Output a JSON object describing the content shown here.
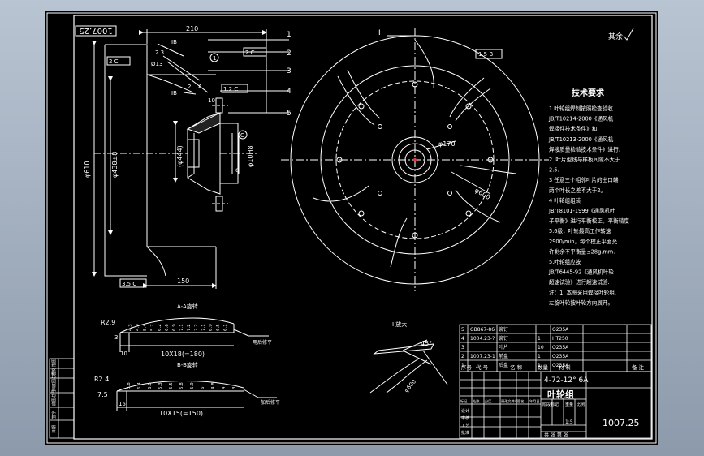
{
  "drawing": {
    "drawing_number": "1007.25",
    "drawing_number_rotated": "1007.25",
    "roughness_note": "其余",
    "title_name": "叶轮组",
    "model": "4-72-12° 6A"
  },
  "side_view": {
    "dims": {
      "width_top": "210",
      "dia_610": "φ610",
      "dia_438": "φ438±8",
      "dia_444": "(φ444)",
      "bore": "φ10H8",
      "width_bottom": "150",
      "d_label": "d"
    },
    "tolerances": [
      "2 C",
      "2 C",
      "3.5 C",
      "1.2 C"
    ],
    "callouts": [
      "1",
      "2",
      "3",
      "4",
      "5"
    ],
    "circle_tags": [
      "1",
      "C"
    ],
    "small_texts": [
      "IB",
      "2.3",
      "IB",
      "Ø13",
      "2",
      "10",
      "A"
    ]
  },
  "front_view": {
    "callout": "I",
    "tolerance": "1.5 B",
    "dims": {
      "d170": "φ170",
      "d600": "φ600"
    }
  },
  "section_aa": {
    "title": "A-A旋转",
    "r_label": "R2.9",
    "dim_3": "3",
    "dim_10": "10",
    "span": "10X18(=180)",
    "ordinates": [
      "4.3",
      "4.9",
      "5.4",
      "5.7",
      "6.2",
      "6.6",
      "6.9",
      "7.1",
      "7.2",
      "7.2",
      "7.1",
      "6.9",
      "6.5",
      "6.1"
    ],
    "note": "用后修平"
  },
  "section_bb": {
    "title": "B-B旋转",
    "r_label": "R2.4",
    "dim_7_5": "7.5",
    "dim_15": "15",
    "span": "10X15(=150)",
    "ordinates": [
      "3.8",
      "6.4",
      "6.0",
      "5.3",
      "5.5",
      "5.8",
      "5.9",
      "6",
      "4.8",
      "4",
      "3"
    ],
    "note": "加后修平"
  },
  "detail_i": {
    "title": "I 放大",
    "angle": "45°",
    "dim": "φ600"
  },
  "tech_req": {
    "heading": "技术要求",
    "lines": [
      "1.叶轮组焊制按照检查验收",
      "JB/T10214-2000《通风机",
      "焊接件技术条件》和",
      "JB/T10213-2000《通风机",
      "焊接质量检验技术条件》进行.",
      "2. 叶片型线与样板间隙不大于",
      "2.5.",
      "3  任意三个相邻叶片的出口端",
      "两个叶长之差不大于2。",
      "4    叶轮组组装",
      "JB/T8101-1999《通风机叶",
      "子平衡》进行平衡校正。平衡精度",
      "5.6级，叶轮最高工作转速",
      "2900/min，每个校正平面允",
      "许剩余不平衡量≤28g.mm.",
      "5.叶轮组应按",
      "JB/T6445-92《通风机叶轮",
      "超速试验》进行超速试验.",
      "注：1. 本图采用焊接叶轮组,",
      "   左旋叶轮按叶轮方向展开。"
    ]
  },
  "parts_list": {
    "rows": [
      {
        "seq": "5",
        "code": "GB867-86",
        "name": "铆钉",
        "qty": "",
        "mat": "Q235A",
        "note": ""
      },
      {
        "seq": "4",
        "code": "1004.23-?",
        "name": "铆钉",
        "qty": "1",
        "mat": "HT250",
        "note": ""
      },
      {
        "seq": "3",
        "code": "",
        "name": "叶片",
        "qty": "10",
        "mat": "Q235A",
        "note": ""
      },
      {
        "seq": "2",
        "code": "1007.23-1",
        "name": "前盘",
        "qty": "1",
        "mat": "Q235A",
        "note": ""
      },
      {
        "seq": "1",
        "code": "",
        "name": "后盘",
        "qty": "1",
        "mat": "Q235A",
        "note": ""
      }
    ],
    "headers": [
      "序号",
      "代 号",
      "名 称",
      "数量",
      "材 料",
      "备 注"
    ],
    "scale_label": "1:5"
  },
  "title_block": {
    "left_labels": [
      "标记",
      "处数",
      "分区",
      "更改文件号",
      "签名",
      "年月日"
    ],
    "role_labels": [
      "设计",
      "审核",
      "工艺",
      "批准"
    ],
    "box_labels": [
      "阶段标记",
      "重量",
      "比例"
    ],
    "sheet_text": "共 张  第 张"
  },
  "left_strip": {
    "labels": [
      "描图",
      "描校",
      "旧底图总号",
      "底图总号",
      "签字",
      "日期"
    ]
  }
}
